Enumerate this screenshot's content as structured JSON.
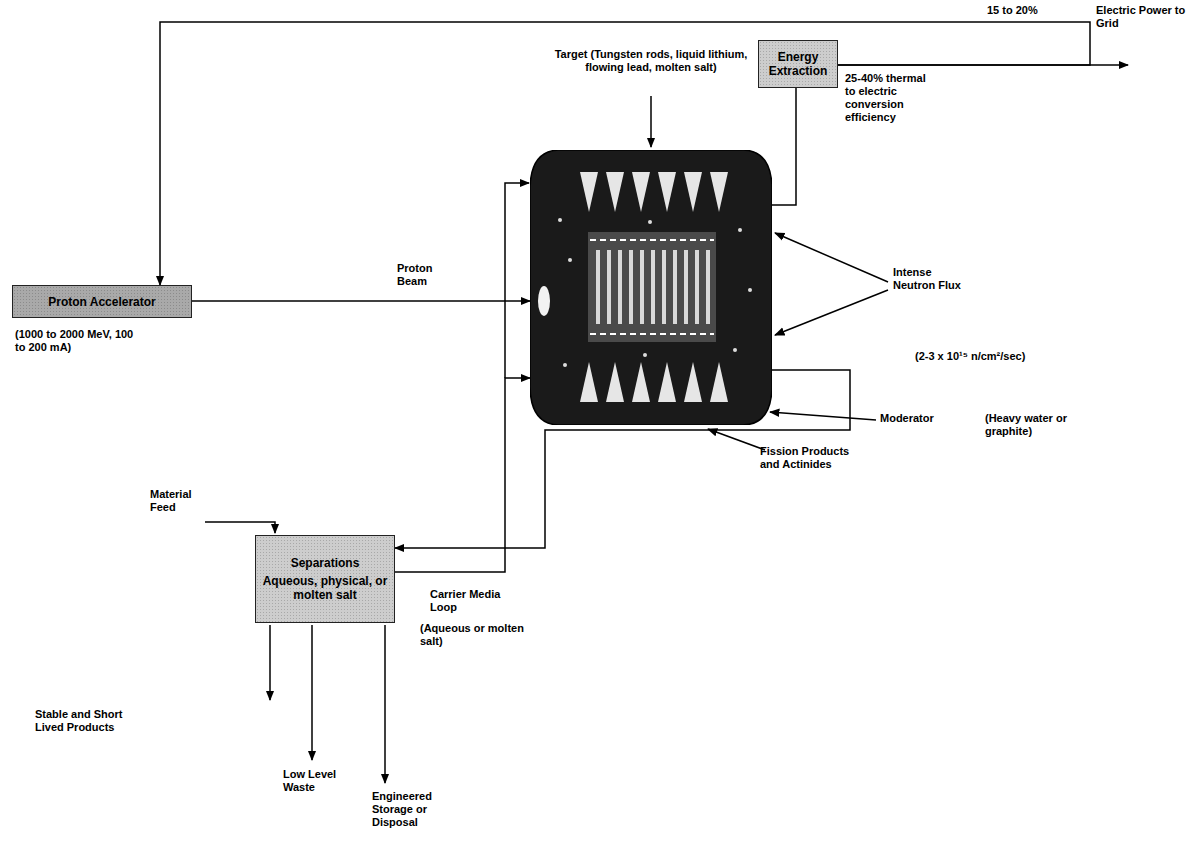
{
  "diagram": {
    "nodes": [
      {
        "text": [
          "Proton Accelerator"
        ]
      },
      {
        "text": [
          "Target (Tungsten rods, liquid lithium, flowing lead, molten salt)"
        ]
      },
      {
        "text": [
          "Energy Extraction"
        ]
      },
      {
        "text": [
          "Separations",
          "Aqueous, physical, or molten salt"
        ]
      }
    ],
    "edges": [
      {
        "from": 2,
        "to": 0,
        "arrow": "to",
        "label": "15 to 20%"
      },
      {
        "from": 0,
        "to": 1,
        "arrow": "to",
        "label": "Proton Beam"
      },
      {
        "from": 1,
        "to": 2,
        "arrow": "none"
      },
      {
        "from": 1,
        "to": 3,
        "arrow": "to"
      },
      {
        "from": 3,
        "to": 1,
        "arrow": "to"
      }
    ],
    "labels": [
      "(1000 to 2000 MeV, 100 to 200 mA)",
      "Material Feed",
      "Carrier Media Loop",
      "(Aqueous or molten salt)",
      "Stable and Short Lived Products",
      "Low Level Waste",
      "Engineered Storage or Disposal",
      "Fission Products and Actinides",
      "Moderator",
      "(Heavy water or graphite)",
      "Intense Neutron Flux",
      "(2-3 x 10¹⁵ n/cm²/sec)",
      "25-40% thermal to electric conversion efficiency",
      "Electric Power to Grid"
    ]
  }
}
